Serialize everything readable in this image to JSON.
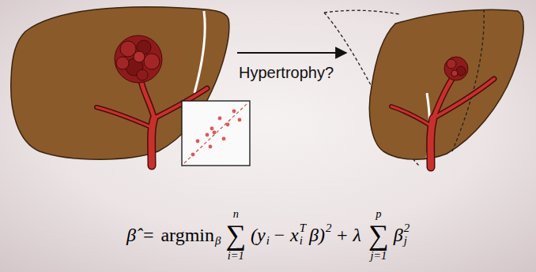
{
  "diagram": {
    "labels": [
      "Hypertrophy?",
      "β̂",
      "=",
      "argmin",
      "β",
      "∑",
      "n",
      "i=1",
      "(y",
      "i",
      "− x",
      "i",
      "T",
      "β)",
      "2",
      "+ λ",
      "∑",
      "p",
      "j=1",
      "β",
      "j",
      "2"
    ]
  }
}
